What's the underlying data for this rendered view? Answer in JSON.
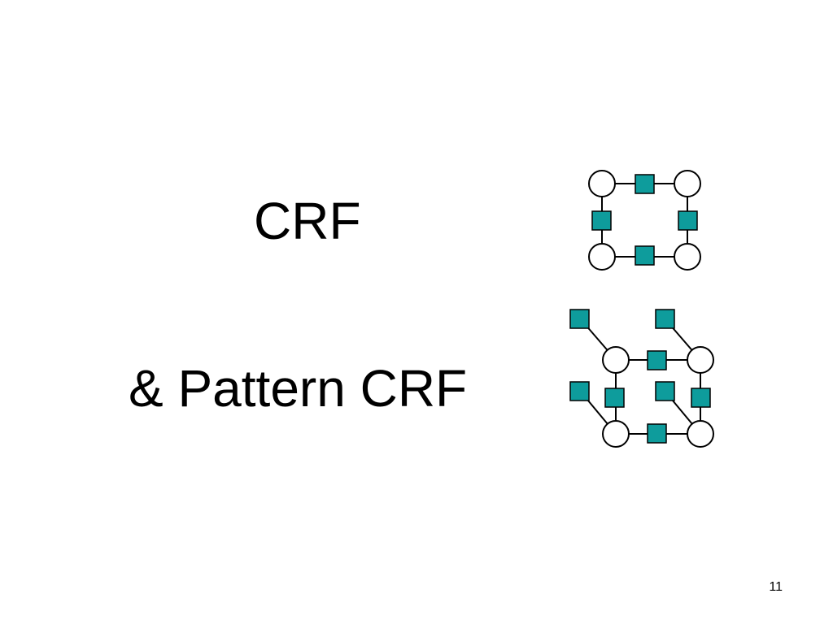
{
  "slide": {
    "title_crf": "CRF",
    "title_pattern": "& Pattern CRF",
    "page_number": "11"
  },
  "colors": {
    "factor_fill": "#0e9c9c",
    "stroke": "#000000",
    "background": "#ffffff"
  }
}
